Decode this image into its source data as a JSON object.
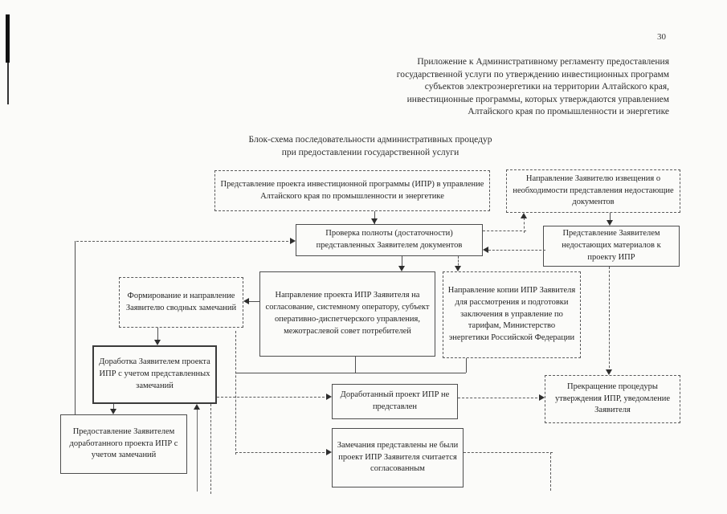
{
  "page_number": "30",
  "header": {
    "line1": "Приложение к Административному регламенту предоставления",
    "line2": "государственной услуги по утверждению инвестиционных программ",
    "line3": "субъектов электроэнергетики на территории Алтайского края,",
    "line4": "инвестиционные программы, которых утверждаются управлением",
    "line5": "Алтайского края по промышленности и энергетике"
  },
  "title": {
    "line1": "Блок-схема последовательности административных процедур",
    "line2": "при предоставлении государственной услуги"
  },
  "boxes": {
    "submit_ipr": {
      "text": "Представление проекта инвестиционной программы (ИПР) в управление Алтайского края по промышленности и энергетике"
    },
    "notice_missing": {
      "text": "Направление Заявителю извещения о необходимости представления недостающие документов"
    },
    "check_completeness": {
      "text": "Проверка полноты (достаточности) представленных Заявителем документов"
    },
    "provide_missing": {
      "text": "Представление Заявителем недостающих материалов к проекту ИПР"
    },
    "form_remarks": {
      "text": "Формирование и направление Заявителю сводных замечаний"
    },
    "send_approval": {
      "text": "Направление проекта ИПР Заявителя на согласование, системному оператору, субъект оперативно-диспетчерского управления, межотраслевой совет потребителей"
    },
    "send_copy": {
      "text": "Направление копии ИПР Заявителя для рассмотрения и подготовки заключения в управление по тарифам, Министерство энергетики Российской Федерации"
    },
    "rework_ipr": {
      "text": "Доработка Заявителем проекта ИПР с учетом представленных замечаний"
    },
    "provide_reworked": {
      "text": "Предоставление Заявителем доработанного проекта ИПР с учетом замечаний"
    },
    "not_provided": {
      "text": "Доработанный проект ИПР не представлен"
    },
    "no_remarks": {
      "text": "Замечания представлены не были проект ИПР Заявителя считается согласованным"
    },
    "terminate": {
      "text": "Прекращение процедуры утверждения ИПР, уведомление Заявителя"
    }
  }
}
